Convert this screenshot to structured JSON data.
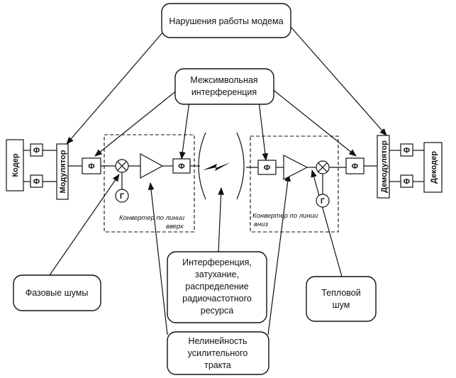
{
  "labels": {
    "modem_faults": "Нарушения работы модема",
    "isi_line1": "Межсимвольная",
    "isi_line2": "интерференция",
    "interf_line1": "Интерференция,",
    "interf_line2": "затухание,",
    "interf_line3": "распределение",
    "interf_line4": "радиочастотного",
    "interf_line5": "ресурса",
    "phase_noise": "Фазовые шумы",
    "thermal_line1": "Тепловой",
    "thermal_line2": "шум",
    "nonlin_line1": "Нелинейность",
    "nonlin_line2": "усилительного",
    "nonlin_line3": "тракта"
  },
  "blocks": {
    "coder": "Кодер",
    "modulator": "Модулятор",
    "demodulator": "Демодулятор",
    "decoder": "Декодер",
    "filter": "Ф",
    "generator": "Г"
  },
  "captions": {
    "up_line1": "Конвертер по линии",
    "up_line2": "вверх",
    "down_line1": "Конвертер по линии",
    "down_line2": "вниз"
  }
}
